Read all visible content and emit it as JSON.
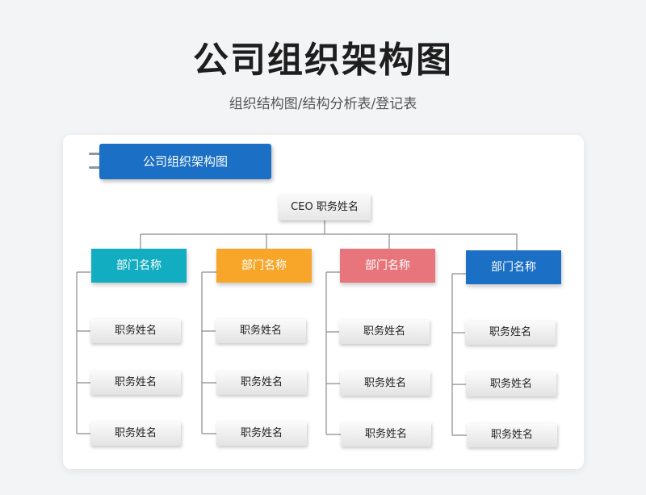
{
  "header": {
    "title": "公司组织架构图",
    "subtitle": "组织结构图/结构分析表/登记表"
  },
  "banner": {
    "label": "公司组织架构图"
  },
  "ceo": {
    "label": "CEO  职务姓名"
  },
  "departments": [
    {
      "label": "部门名称",
      "color": "#13adc1",
      "members": [
        "职务姓名",
        "职务姓名",
        "职务姓名"
      ]
    },
    {
      "label": "部门名称",
      "color": "#f7a62a",
      "members": [
        "职务姓名",
        "职务姓名",
        "职务姓名"
      ]
    },
    {
      "label": "部门名称",
      "color": "#e8757b",
      "members": [
        "职务姓名",
        "职务姓名",
        "职务姓名"
      ]
    },
    {
      "label": "部门名称",
      "color": "#1b6fc4",
      "members": [
        "职务姓名",
        "职务姓名",
        "职务姓名"
      ]
    }
  ]
}
